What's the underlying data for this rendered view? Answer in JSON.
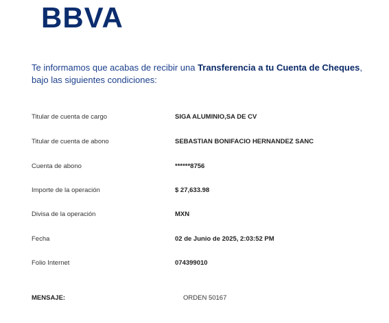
{
  "brand": {
    "logo_text": "BBVA",
    "color": "#0b2d6e"
  },
  "intro": {
    "part1": "Te informamos que acabas de recibir una ",
    "highlight": "Transferencia a tu Cuenta de Cheques",
    "part2": ", bajo las siguientes condiciones:",
    "color": "#1b3f8c"
  },
  "details": [
    {
      "label": "Titular de cuenta de cargo",
      "value": "SIGA ALUMINIO,SA DE CV"
    },
    {
      "label": "Titular de cuenta de abono",
      "value": "SEBASTIAN BONIFACIO HERNANDEZ SANC"
    },
    {
      "label": "Cuenta de abono",
      "value": "******8756"
    },
    {
      "label": "Importe de la operación",
      "value": "$ 27,633.98"
    },
    {
      "label": "Divisa de la operación",
      "value": "MXN"
    },
    {
      "label": "Fecha",
      "value": "02 de Junio de 2025, 2:03:52 PM"
    },
    {
      "label": "Folio Internet",
      "value": "074399010"
    }
  ],
  "message": {
    "label": "MENSAJE:",
    "value": "ORDEN 50167"
  }
}
